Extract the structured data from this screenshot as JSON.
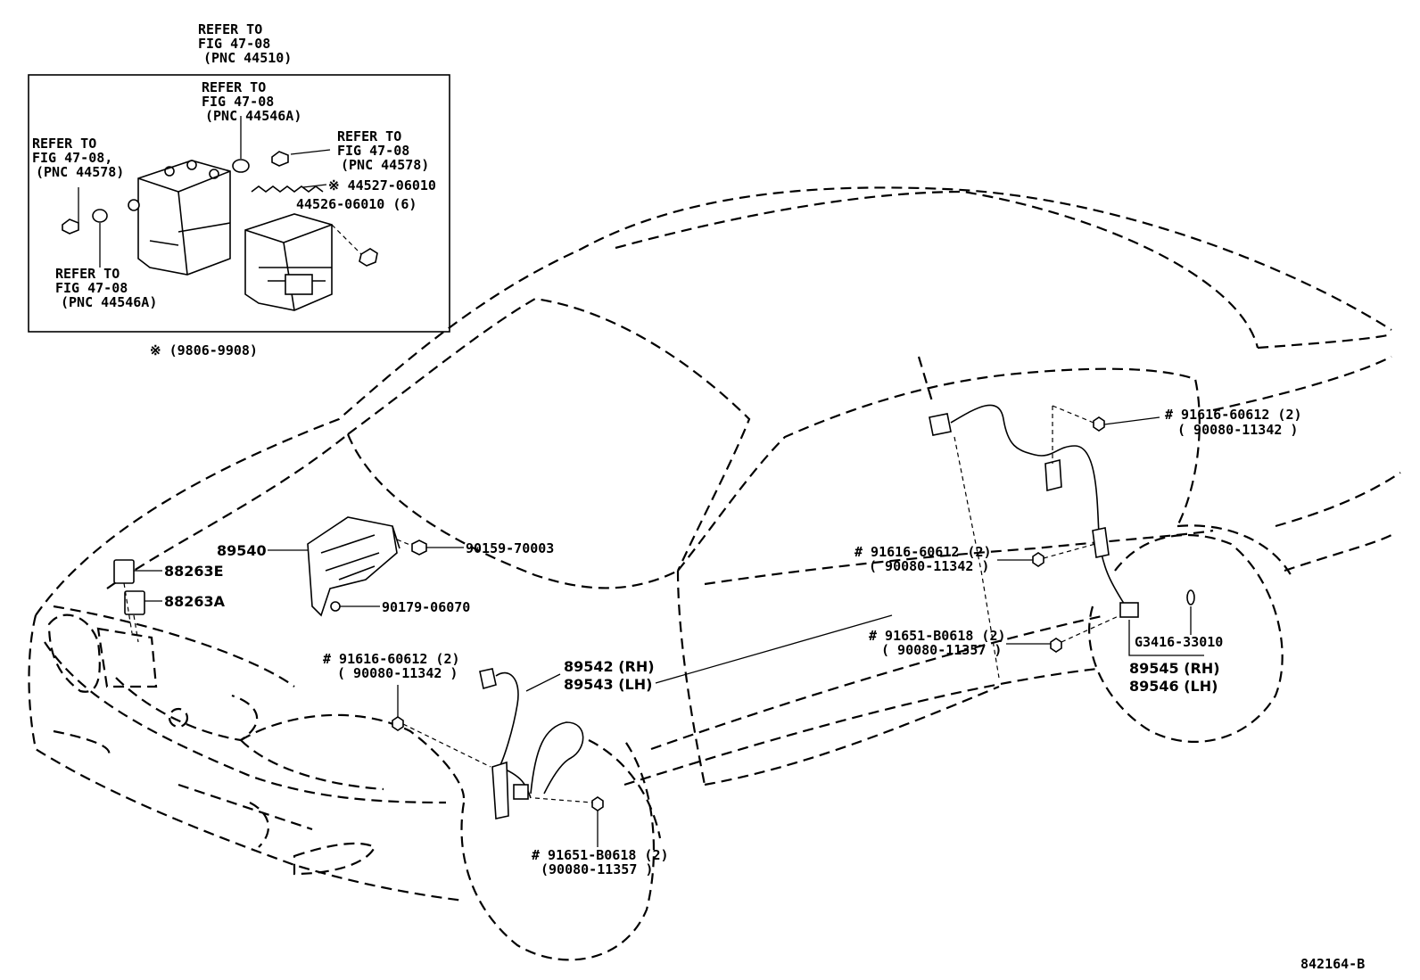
{
  "inset": {
    "top_ref": [
      "REFER TO",
      "FIG 47-08",
      "(PNC 44510)"
    ],
    "ref_44546A_top": [
      "REFER TO",
      "FIG 47-08",
      "(PNC 44546A)"
    ],
    "ref_44578_right": [
      "REFER TO",
      "FIG 47-08",
      "(PNC 44578)"
    ],
    "ref_44578_left": [
      "REFER TO",
      "FIG 47-08,",
      "(PNC 44578)"
    ],
    "ref_44546A_bottom": [
      "REFER TO",
      "FIG 47-08",
      "(PNC 44546A)"
    ],
    "part_44527": "※ 44527-06010",
    "part_44526": "44526-06010 (6)",
    "date_range": "※ (9806-9908)"
  },
  "labels": {
    "p89540": "89540",
    "p88263E": "88263E",
    "p88263A": "88263A",
    "p90159": "90159-70003",
    "p90179": "90179-06070",
    "front_bolt_a": "# 91616-60612 (2)",
    "front_bolt_b": "( 90080-11342 )",
    "front_sensor_rh": "89542 (RH)",
    "front_sensor_lh": "89543 (LH)",
    "front_lower_a": "# 91651-B0618 (2)",
    "front_lower_b": "(90080-11357 )",
    "mid_bolt_a": "# 91616-60612 (2)",
    "mid_bolt_b": "( 90080-11342 )",
    "mid_lower_a": "# 91651-B0618 (2)",
    "mid_lower_b": "( 90080-11357 )",
    "rear_bolt_a": "# 91616-60612 (2)",
    "rear_bolt_b": "( 90080-11342 )",
    "oring": "G3416-33010",
    "rear_sensor_rh": "89545 (RH)",
    "rear_sensor_lh": "89546 (LH)",
    "figure_id": "842164-B"
  }
}
